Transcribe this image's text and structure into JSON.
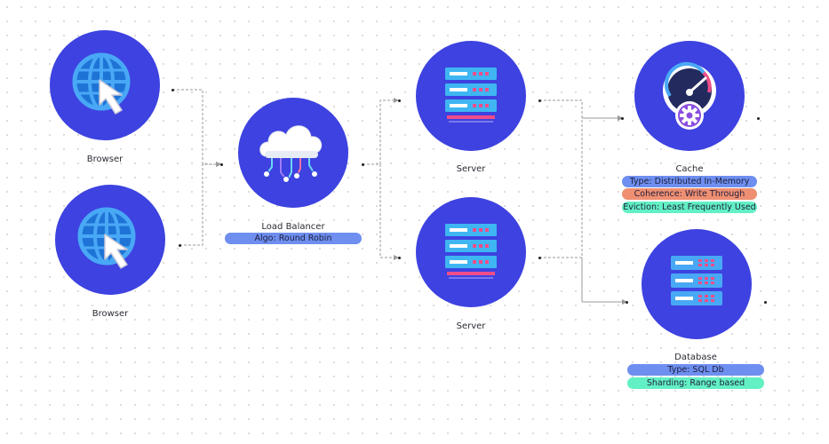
{
  "nodes": {
    "browser_1": {
      "label": "Browser"
    },
    "browser_2": {
      "label": "Browser"
    },
    "load_balancer": {
      "label": "Load Balancer",
      "tags": [
        "Algo: Round Robin"
      ]
    },
    "server_1": {
      "label": "Server"
    },
    "server_2": {
      "label": "Server"
    },
    "cache": {
      "label": "Cache",
      "tags": [
        "Type: Distributed In-Memory",
        "Coherence: Write Through",
        "Eviction: Least Frequently Used"
      ]
    },
    "database": {
      "label": "Database",
      "tags": [
        "Type: SQL Db",
        "Sharding: Range based"
      ]
    }
  },
  "colors": {
    "node_fill": "#3d42e0",
    "tag_blue": "#6e8ff0",
    "tag_orange": "#ef8f72",
    "tag_green": "#62f0c4",
    "edge": "#9a9a9a"
  },
  "edges": [
    [
      "browser_1",
      "load_balancer"
    ],
    [
      "browser_2",
      "load_balancer"
    ],
    [
      "load_balancer",
      "server_1"
    ],
    [
      "load_balancer",
      "server_2"
    ],
    [
      "server_1",
      "cache"
    ],
    [
      "server_1",
      "database"
    ],
    [
      "server_2",
      "cache"
    ],
    [
      "server_2",
      "database"
    ]
  ]
}
